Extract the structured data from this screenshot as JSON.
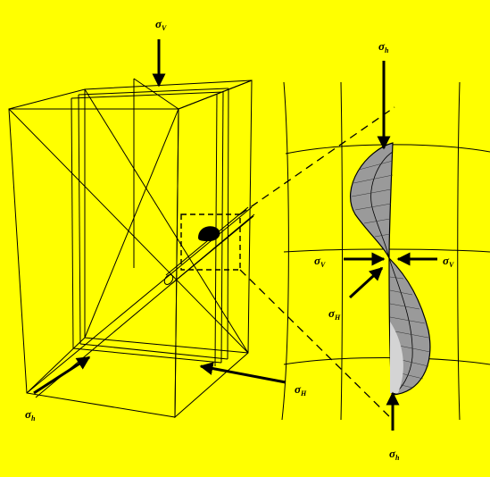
{
  "background_color": "#ffff00",
  "surface_fill_color": "#9a9a9a",
  "line_color": "#000000",
  "labels": {
    "sigma": "σ",
    "sub_V": "V",
    "sub_h": "h",
    "sub_H": "H"
  }
}
